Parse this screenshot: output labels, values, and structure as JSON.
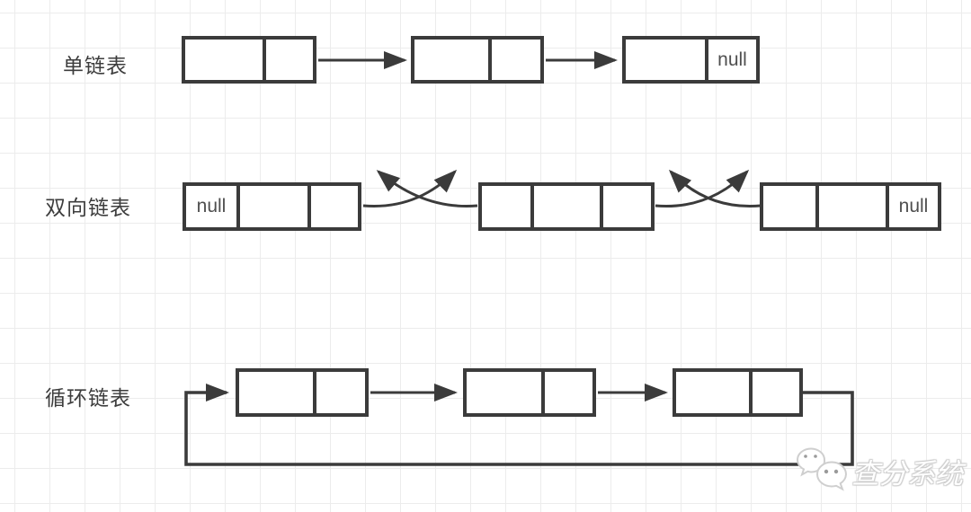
{
  "colors": {
    "line": "#3b3b3b",
    "grid": "#ececec",
    "label_text": "#3d3d3d",
    "null_text": "#4f4f4f",
    "watermark_outline": "#cccccc",
    "watermark_fill": "#ffffff"
  },
  "diagram": {
    "rows": [
      {
        "label": "单链表",
        "nodes": [
          {
            "cells": [
              "",
              ""
            ]
          },
          {
            "cells": [
              "",
              ""
            ]
          },
          {
            "cells": [
              "",
              "null"
            ]
          }
        ]
      },
      {
        "label": "双向链表",
        "nodes": [
          {
            "cells": [
              "null",
              "",
              ""
            ]
          },
          {
            "cells": [
              "",
              "",
              ""
            ]
          },
          {
            "cells": [
              "",
              "",
              "null"
            ]
          }
        ]
      },
      {
        "label": "循环链表",
        "nodes": [
          {
            "cells": [
              "",
              ""
            ]
          },
          {
            "cells": [
              "",
              ""
            ]
          },
          {
            "cells": [
              "",
              ""
            ]
          }
        ]
      }
    ]
  },
  "watermark": {
    "text": "查分系统"
  }
}
